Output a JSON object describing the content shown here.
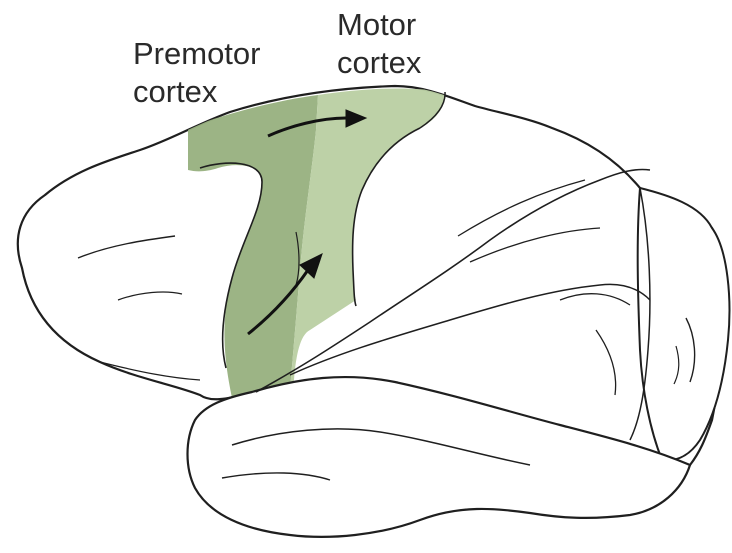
{
  "labels": {
    "premotor": {
      "line1": "Premotor",
      "line2": "cortex"
    },
    "motor": {
      "line1": "Motor",
      "line2": "cortex"
    }
  },
  "colors": {
    "premotor_region": "#97b07e",
    "motor_region": "#b9cfa2",
    "brain_fill": "#ffffff",
    "outline": "#1f1f1f",
    "arrow": "#111111",
    "label_text": "#2a2a2a"
  }
}
